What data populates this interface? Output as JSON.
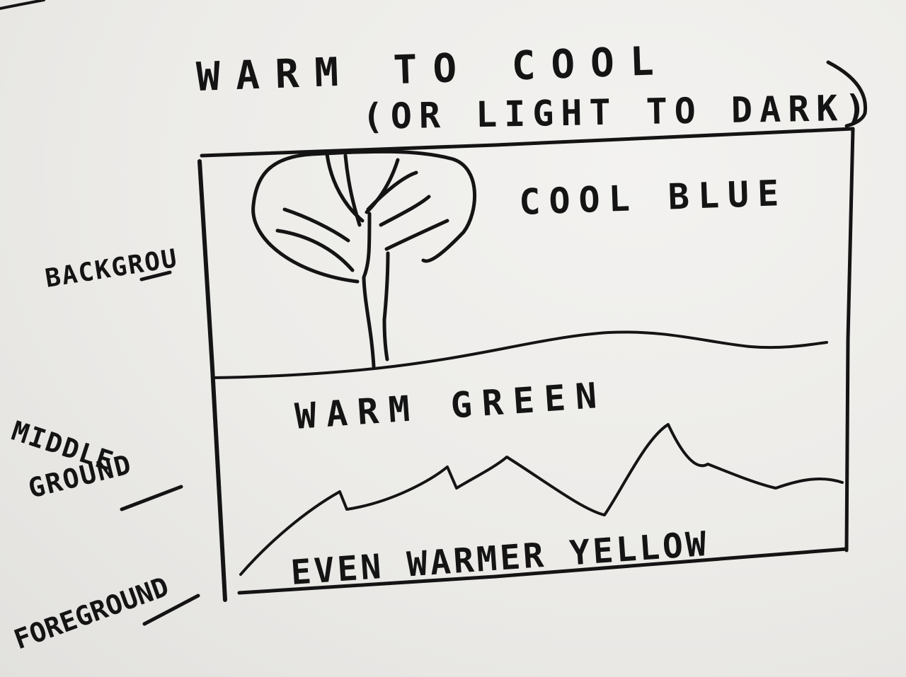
{
  "header": {
    "line1": "WARM TO COOL",
    "line2": "(OR LIGHT TO DARK)"
  },
  "side_labels": {
    "background": "BACKGROU",
    "middle_ground_1": "MIDDLE",
    "middle_ground_2": "GROUND",
    "foreground": "FOREGROUND"
  },
  "zones": {
    "background": "COOL BLUE",
    "middle": "WARM GREEN",
    "foreground": "EVEN WARMER YELLOW"
  },
  "colors": {
    "ink": "#141414",
    "paper": "#ecebe8"
  }
}
